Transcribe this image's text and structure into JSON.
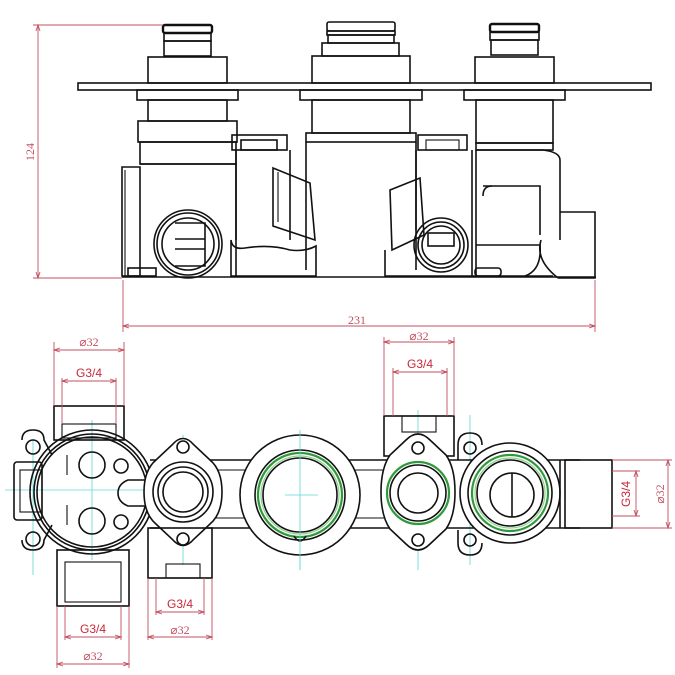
{
  "drawing": {
    "title": "Concealed thermostatic shower valve body — technical drawing",
    "views": [
      {
        "name": "front-elevation",
        "description": "Side/front elevation with wall plate and three cartridges"
      },
      {
        "name": "plan-view",
        "description": "Rear/plan view of valve body showing ports"
      }
    ]
  },
  "dimensions": {
    "height": "124",
    "width": "231",
    "top_left_outer": "⌀32",
    "top_left_thread": "G3/4",
    "top_mid_outer": "⌀32",
    "top_mid_thread": "G3/4",
    "right_thread": "G3/4",
    "right_outer": "⌀32",
    "bottom_mid_thread": "G3/4",
    "bottom_mid_outer": "⌀32",
    "bottom_left_thread": "G3/4",
    "bottom_left_outer": "⌀32"
  },
  "colors": {
    "outline": "#111111",
    "dimension": "#c8283a",
    "centerline": "#5fd6d6",
    "seal": "#2e9a3a"
  }
}
